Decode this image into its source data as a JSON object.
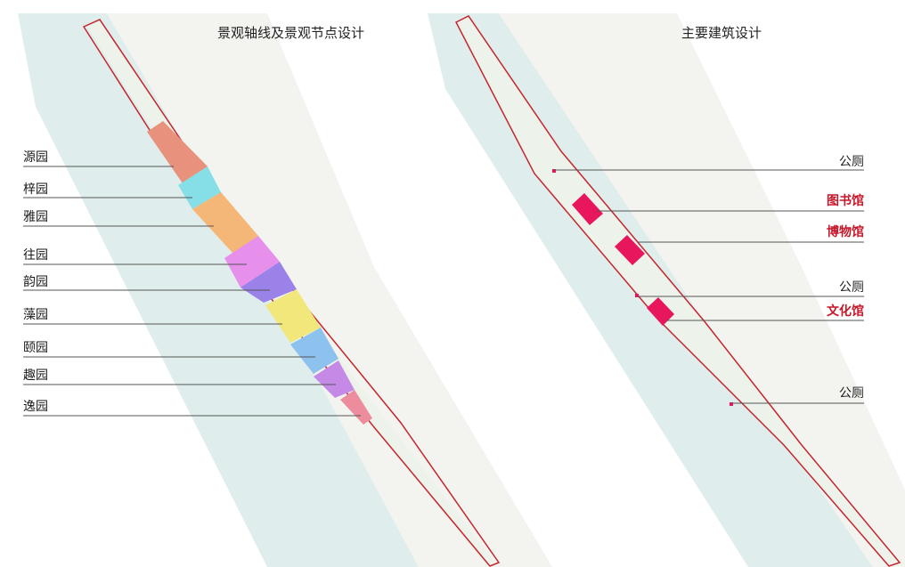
{
  "left_panel": {
    "title": "景观轴线及景观节点设计",
    "gardens": [
      {
        "label": "源园",
        "color": "#e8927e"
      },
      {
        "label": "梓园",
        "color": "#86dfe6"
      },
      {
        "label": "雅园",
        "color": "#f5b777"
      },
      {
        "label": "往园",
        "color": "#e690ec"
      },
      {
        "label": "韵园",
        "color": "#9a82e8"
      },
      {
        "label": "藻园",
        "color": "#f1e77b"
      },
      {
        "label": "颐园",
        "color": "#8ec2ee"
      },
      {
        "label": "趣园",
        "color": "#c58ae6"
      },
      {
        "label": "逸园",
        "color": "#ec8c9c"
      }
    ]
  },
  "right_panel": {
    "title": "主要建筑设计",
    "buildings": [
      {
        "label": "公厕",
        "major": false
      },
      {
        "label": "图书馆",
        "major": true
      },
      {
        "label": "博物馆",
        "major": true
      },
      {
        "label": "公厕",
        "major": false
      },
      {
        "label": "文化馆",
        "major": true
      },
      {
        "label": "公厕",
        "major": false
      }
    ]
  },
  "colors": {
    "boundary": "#c4262e",
    "building": "#e8175d",
    "major_label": "#c6172a",
    "river": "#dfeeec",
    "park": "#edf3ea"
  }
}
